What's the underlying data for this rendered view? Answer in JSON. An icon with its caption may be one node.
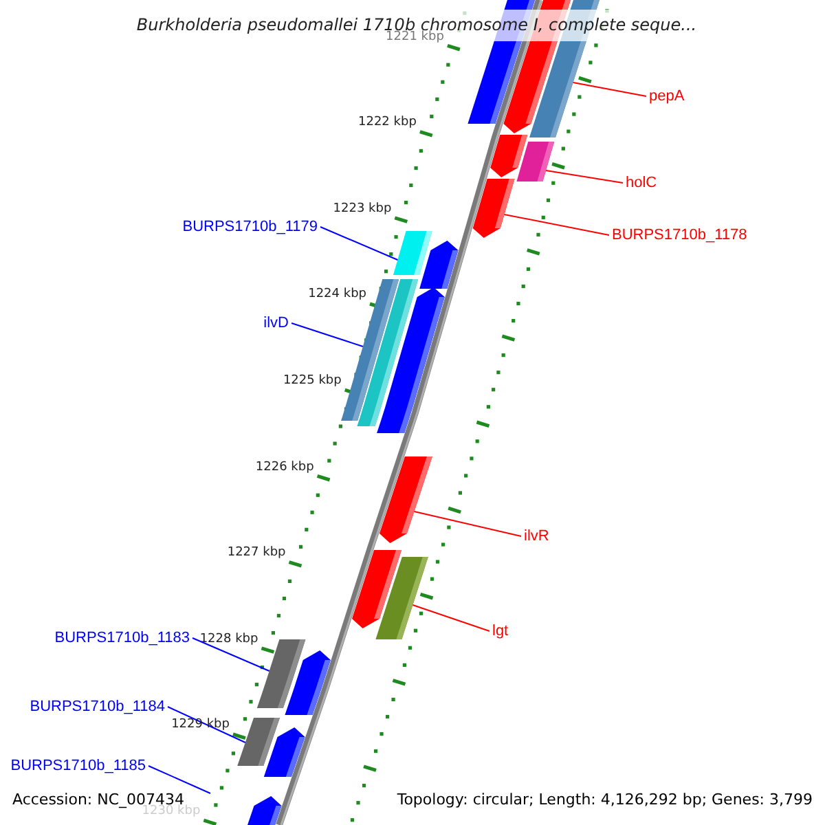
{
  "diagram": {
    "title": "Burkholderia pseudomallei 1710b chromosome I, complete seque...",
    "nodes": [
      {
        "text": [],
        "shape": "bar"
      },
      {
        "text": [],
        "shape": "arrow"
      },
      {
        "text": [],
        "shape": "bar"
      },
      {
        "text": [
          "pepA"
        ]
      },
      {
        "text": [],
        "shape": "arrow"
      },
      {
        "text": [],
        "shape": "bar"
      },
      {
        "text": [
          "holC"
        ]
      },
      {
        "text": [],
        "shape": "arrow"
      },
      {
        "text": [
          "BURPS1710b_1179"
        ]
      },
      {
        "text": [
          "BURPS1710b_1178"
        ]
      },
      {
        "text": [],
        "shape": "bar"
      },
      {
        "text": [],
        "shape": "arrow"
      },
      {
        "text": [],
        "shape": "bar"
      },
      {
        "text": [],
        "shape": "bar"
      },
      {
        "text": [],
        "shape": "arrow"
      },
      {
        "text": [
          "ilvD"
        ]
      },
      {
        "text": [],
        "shape": "arrow"
      },
      {
        "text": [
          "ilvR"
        ]
      },
      {
        "text": [],
        "shape": "arrow"
      },
      {
        "text": [],
        "shape": "bar"
      },
      {
        "text": [
          "lgt"
        ]
      },
      {
        "text": [
          "BURPS1710b_1183"
        ]
      },
      {
        "text": [],
        "shape": "bar"
      },
      {
        "text": [],
        "shape": "arrow"
      },
      {
        "text": [
          "BURPS1710b_1184"
        ]
      },
      {
        "text": [],
        "shape": "bar"
      },
      {
        "text": [],
        "shape": "arrow"
      },
      {
        "text": [
          "BURPS1710b_1185"
        ]
      },
      {
        "text": [],
        "shape": "arrow"
      }
    ],
    "edges": [
      {
        "from": 3,
        "to": 2,
        "arrow": "none",
        "color": "#ff0000"
      },
      {
        "from": 6,
        "to": 5,
        "arrow": "none",
        "color": "#ff0000"
      },
      {
        "from": 9,
        "to": 7,
        "arrow": "none",
        "color": "#ff0000"
      },
      {
        "from": 8,
        "to": 10,
        "arrow": "none",
        "color": "#0000ff"
      },
      {
        "from": 15,
        "to": 12,
        "arrow": "none",
        "color": "#0000ff"
      },
      {
        "from": 17,
        "to": 16,
        "arrow": "none",
        "color": "#ff0000"
      },
      {
        "from": 20,
        "to": 19,
        "arrow": "none",
        "color": "#ff0000"
      },
      {
        "from": 21,
        "to": 22,
        "arrow": "none",
        "color": "#0000ff"
      },
      {
        "from": 24,
        "to": 25,
        "arrow": "none",
        "color": "#0000ff"
      },
      {
        "from": 27,
        "to": null,
        "arrow": "none",
        "color": "#0000ff"
      }
    ],
    "labels": [
      "1221 kbp",
      "1222 kbp",
      "1223 kbp",
      "1224 kbp",
      "1225 kbp",
      "1226 kbp",
      "1227 kbp",
      "1228 kbp",
      "1229 kbp",
      "1230 kbp",
      "Accession: NC_007434",
      "Topology: circular; Length: 4,126,292 bp; Genes: 3,799"
    ]
  }
}
